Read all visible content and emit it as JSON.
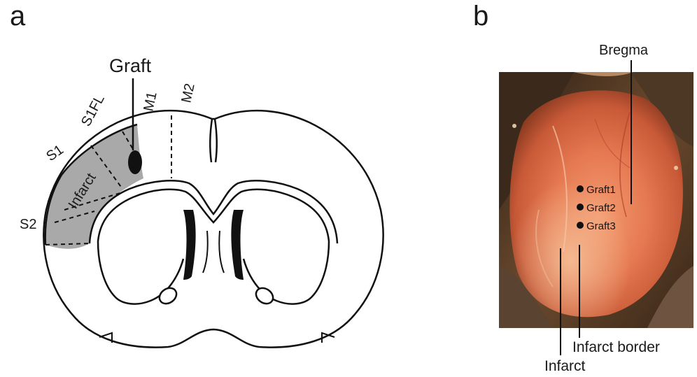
{
  "panels": {
    "a": {
      "letter": "a",
      "labels": {
        "graft": "Graft",
        "m1": "M1",
        "m2": "M2",
        "s1fl": "S1FL",
        "s1": "S1",
        "s2": "S2",
        "infarct": "Infarct"
      }
    },
    "b": {
      "letter": "b",
      "labels": {
        "bregma": "Bregma",
        "graft1": "Graft1",
        "graft2": "Graft2",
        "graft3": "Graft3",
        "infarct_border": "Infarct border",
        "infarct": "Infarct"
      }
    }
  },
  "colors": {
    "infarct_fill": "#a9a9a9",
    "outline": "#111111",
    "photo_tissue": "#e07a52",
    "photo_background": "#4a3220"
  }
}
